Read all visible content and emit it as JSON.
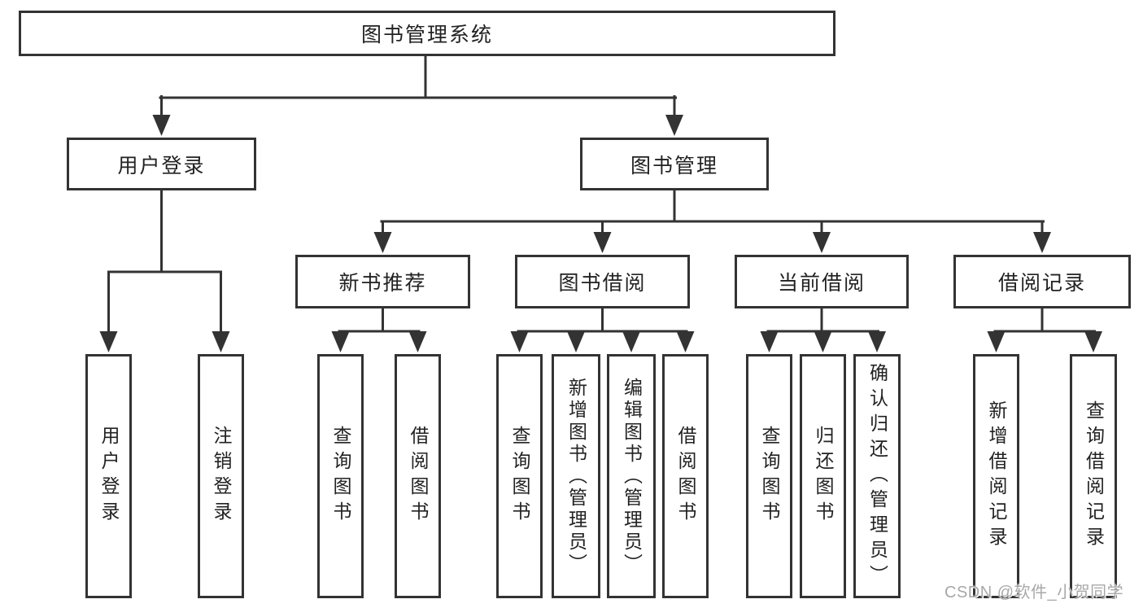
{
  "tree": {
    "label": "图书管理系统",
    "children": [
      {
        "label": "用户登录",
        "children": [
          {
            "label": "用户登录"
          },
          {
            "label": "注销登录"
          }
        ]
      },
      {
        "label": "图书管理",
        "children": [
          {
            "label": "新书推荐",
            "children": [
              {
                "label": "查询图书"
              },
              {
                "label": "借阅图书"
              }
            ]
          },
          {
            "label": "图书借阅",
            "children": [
              {
                "label": "查询图书"
              },
              {
                "label": "新增图书（管理员）"
              },
              {
                "label": "编辑图书（管理员）"
              },
              {
                "label": "借阅图书"
              }
            ]
          },
          {
            "label": "当前借阅",
            "children": [
              {
                "label": "查询图书"
              },
              {
                "label": "归还图书"
              },
              {
                "label": "确认归还（管理员）"
              }
            ]
          },
          {
            "label": "借阅记录",
            "children": [
              {
                "label": "新增借阅记录"
              },
              {
                "label": "查询借阅记录"
              }
            ]
          }
        ]
      }
    ]
  },
  "watermark": {
    "text": "CSDN @软件_小贺同学"
  },
  "colors": {
    "line": "#333333",
    "text": "#222222",
    "watermark": "#a8a8a8",
    "background": "#ffffff"
  }
}
